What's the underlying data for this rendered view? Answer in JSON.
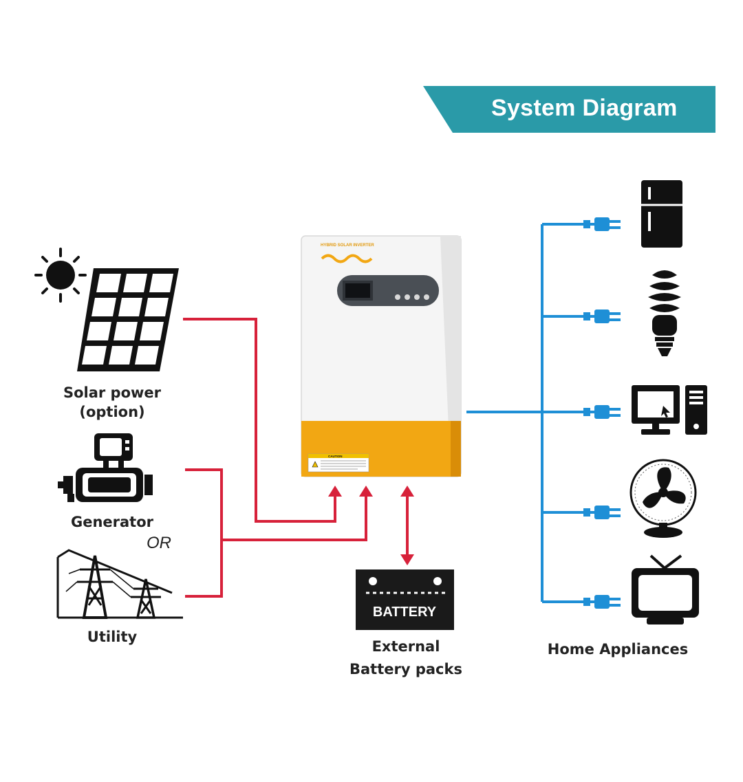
{
  "title": "System Diagram",
  "colors": {
    "banner": "#2a9aa8",
    "ac_wire": "#d7213a",
    "load_wire": "#1e8fd6",
    "inverter_body": "#f7f7f7",
    "inverter_base": "#f2a713",
    "icon": "#111111"
  },
  "inverter": {
    "brand_label": "HYBRID SOLAR INVERTER",
    "caution_label": "CAUTION"
  },
  "sources": {
    "solar": {
      "line1": "Solar power",
      "line2": "(option)",
      "icon": "solar-panel-icon"
    },
    "generator": {
      "label": "Generator",
      "icon": "generator-icon"
    },
    "or_label": "OR",
    "utility": {
      "label": "Utility",
      "icon": "power-pylon-icon"
    }
  },
  "battery": {
    "icon_text": "BATTERY",
    "line1": "External",
    "line2": "Battery packs"
  },
  "loads": {
    "label": "Home Appliances",
    "items": [
      "refrigerator-icon",
      "lightbulb-icon",
      "computer-icon",
      "fan-icon",
      "tv-icon"
    ]
  }
}
